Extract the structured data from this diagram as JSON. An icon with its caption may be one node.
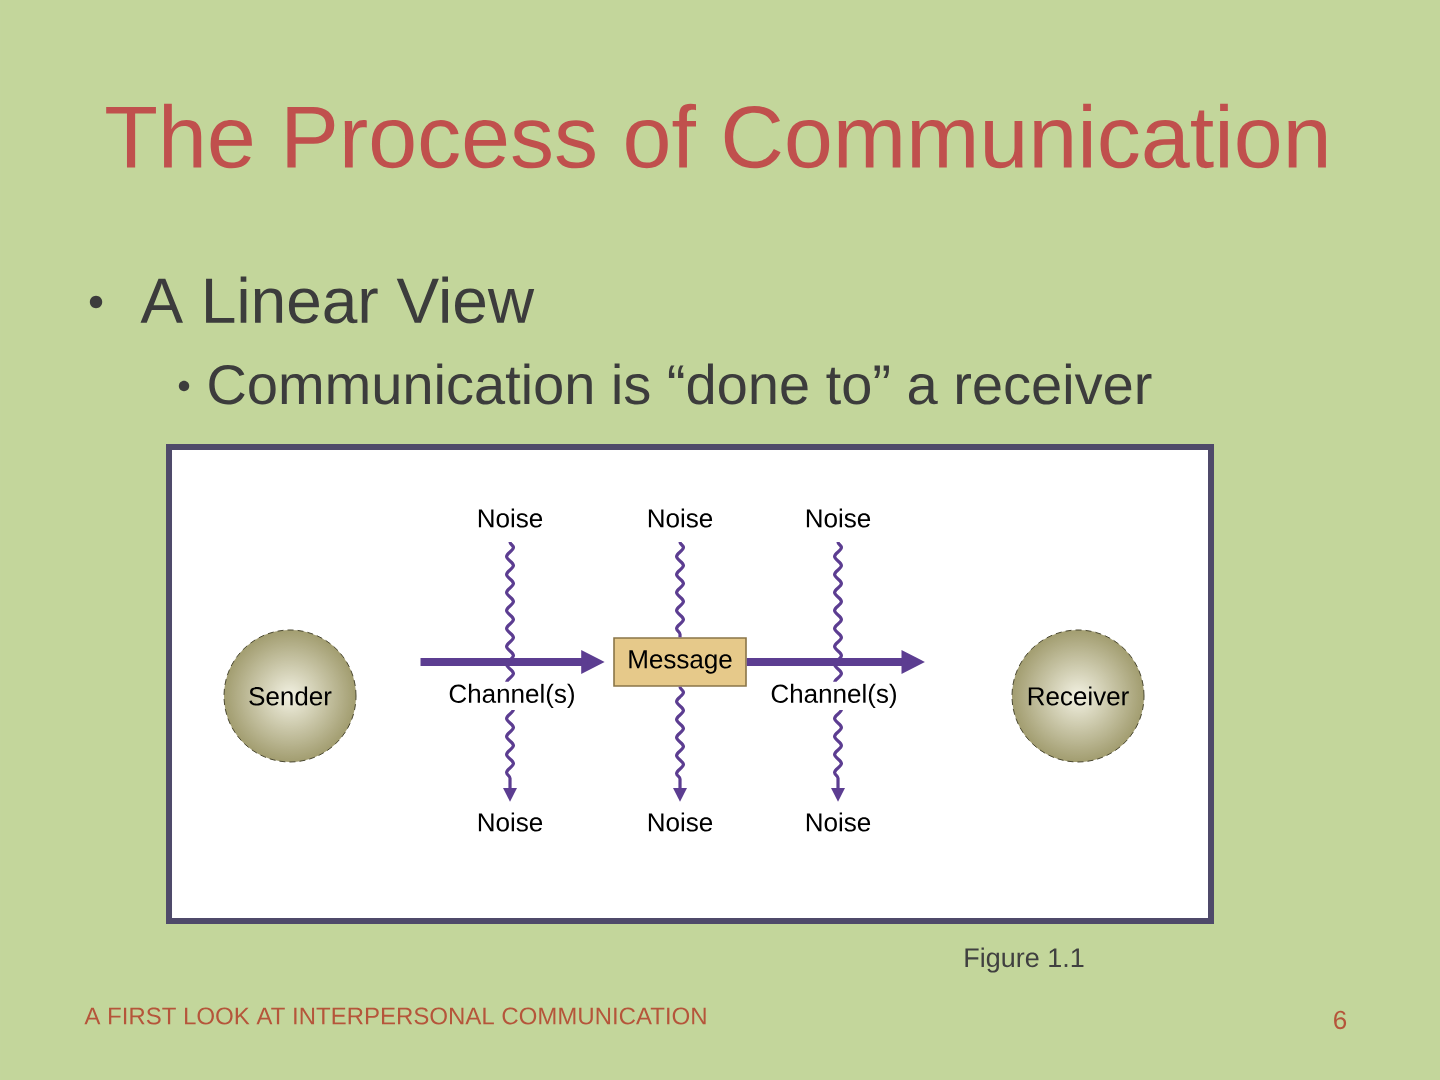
{
  "diagram": {
    "title": "The Process of Communication",
    "caption": "Figure 1.1",
    "nodes": [
      {
        "text": [
          "Noise"
        ]
      },
      {
        "text": [
          "Noise"
        ]
      },
      {
        "text": [
          "Noise"
        ]
      },
      {
        "text": [
          "Sender"
        ]
      },
      {
        "text": [
          "Message"
        ]
      },
      {
        "text": [
          "Receiver"
        ]
      },
      {
        "text": [
          "Noise"
        ]
      },
      {
        "text": [
          "Noise"
        ]
      },
      {
        "text": [
          "Noise"
        ]
      }
    ],
    "edges": [
      {
        "from": 3,
        "to": 4,
        "arrow": "to",
        "label": "Channel(s)",
        "style": "thick"
      },
      {
        "from": 4,
        "to": 5,
        "arrow": "to",
        "label": "Channel(s)",
        "style": "thick"
      },
      {
        "from": 0,
        "to": 6,
        "arrow": "to"
      },
      {
        "from": 1,
        "to": 4,
        "arrow": "none"
      },
      {
        "from": 4,
        "to": 7,
        "arrow": "to"
      },
      {
        "from": 2,
        "to": 8,
        "arrow": "to"
      }
    ],
    "labels": [
      "A Linear View",
      "Communication is “done to” a receiver",
      "A FIRST LOOK AT INTERPERSONAL COMMUNICATION",
      "6"
    ]
  }
}
